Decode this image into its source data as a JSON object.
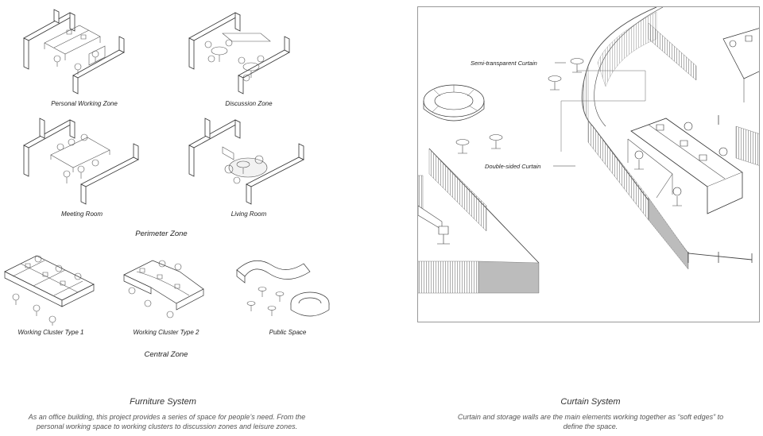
{
  "furniture": {
    "items": [
      {
        "key": "personal",
        "label": "Personal Working Zone"
      },
      {
        "key": "discussion",
        "label": "Discussion Zone"
      },
      {
        "key": "meeting",
        "label": "Meeting Room"
      },
      {
        "key": "living",
        "label": "Living Room"
      },
      {
        "key": "cluster1",
        "label": "Working Cluster Type 1"
      },
      {
        "key": "cluster2",
        "label": "Working Cluster Type 2"
      },
      {
        "key": "public",
        "label": "Public Space"
      }
    ],
    "perimeter_zone_label": "Perimeter Zone",
    "central_zone_label": "Central Zone",
    "section_title": "Furniture System",
    "description_line1": "As an office building, this project provides a series of space for people’s need. From the",
    "description_line2": "personal working space to working clusters to discussion zones and leisure zones."
  },
  "curtain": {
    "callout_semi": "Semi-transparent Curtain",
    "callout_double": "Double-sided Curtain",
    "section_title": "Curtain System",
    "description_line1": "Curtain and storage walls are the main elements working together as “soft edges” to",
    "description_line2": "define the space."
  }
}
